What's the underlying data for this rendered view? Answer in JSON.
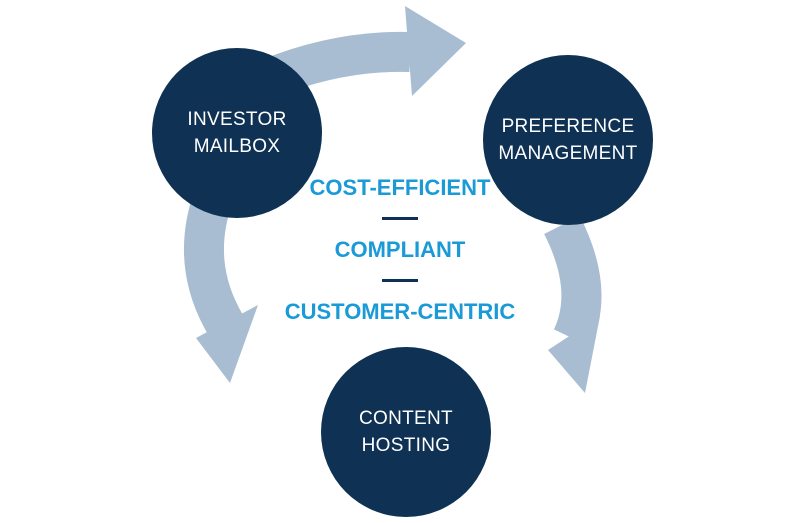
{
  "nodes": [
    {
      "id": "investor-mailbox",
      "line1": "INVESTOR",
      "line2": "MAILBOX"
    },
    {
      "id": "preference-management",
      "line1": "PREFERENCE",
      "line2": "MANAGEMENT"
    },
    {
      "id": "content-hosting",
      "line1": "CONTENT",
      "line2": "HOSTING"
    }
  ],
  "center": {
    "line1": "COST-EFFICIENT",
    "line2": "COMPLIANT",
    "line3": "CUSTOMER-CENTRIC"
  },
  "colors": {
    "node_fill": "#0e3154",
    "ring_arrow": "#a8bdd1",
    "center_text": "#1a9ad6",
    "separator": "#0e3154"
  }
}
